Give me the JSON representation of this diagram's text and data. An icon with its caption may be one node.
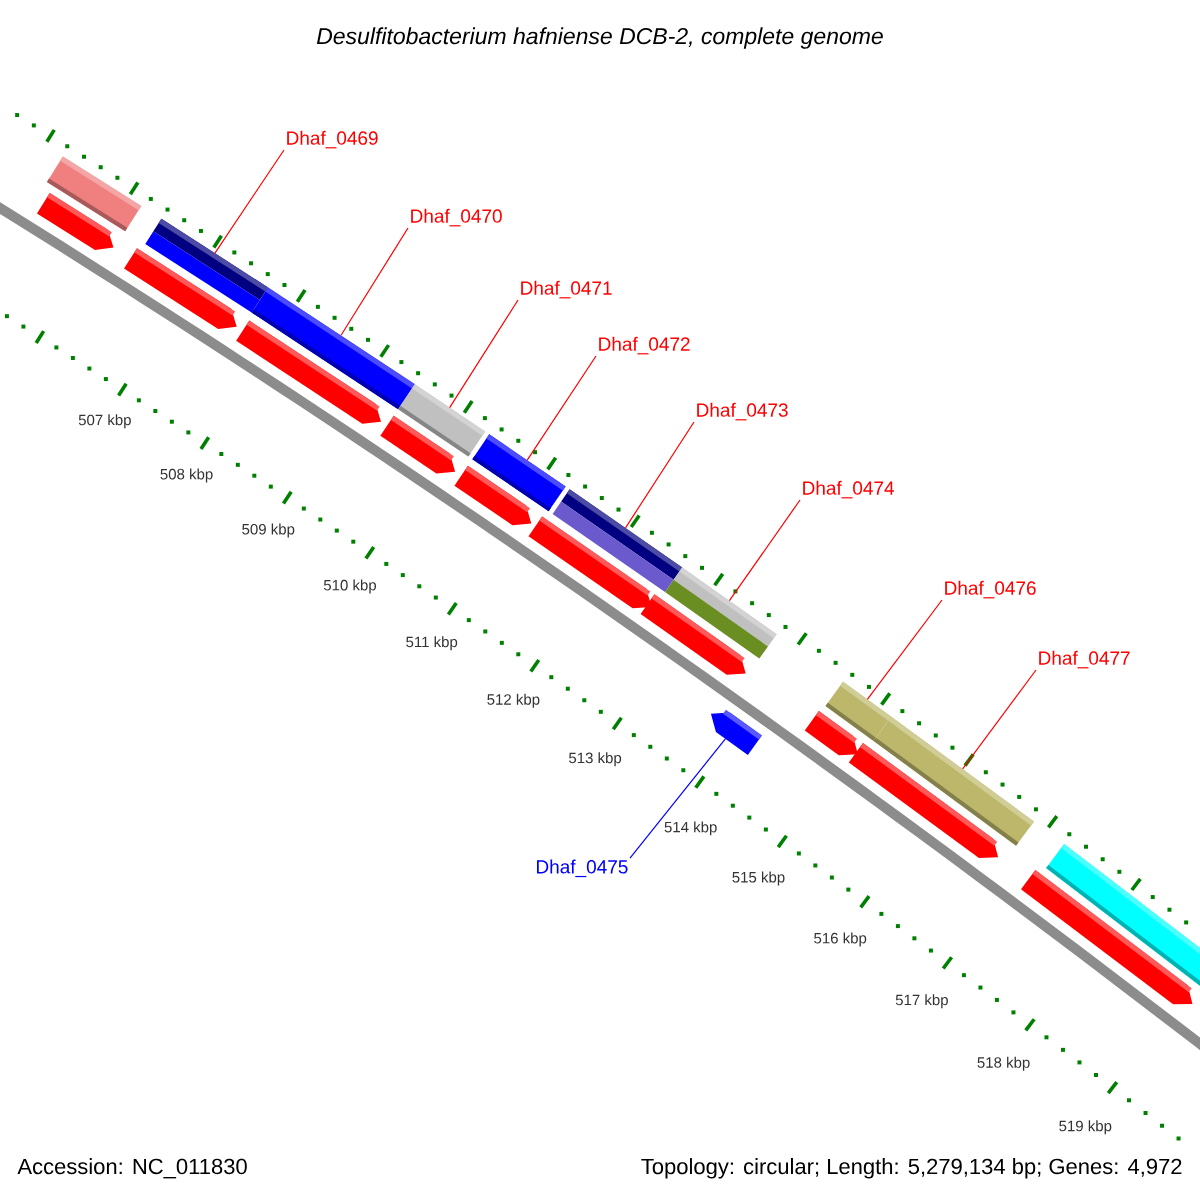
{
  "diagram": {
    "title": "Desulfitobacterium hafniense DCB-2, complete genome",
    "nodes": [
      {
        "text": [
          "Dhaf_0469"
        ]
      },
      {
        "text": [
          "Dhaf_0470"
        ]
      },
      {
        "text": [
          "Dhaf_0471"
        ]
      },
      {
        "text": [
          "Dhaf_0472"
        ]
      },
      {
        "text": [
          "Dhaf_0473"
        ]
      },
      {
        "text": [
          "Dhaf_0474"
        ]
      },
      {
        "text": [
          "Dhaf_0476"
        ]
      },
      {
        "text": [
          "Dhaf_0477"
        ]
      },
      {
        "text": [
          "Dhaf_0475"
        ]
      },
      {
        "text": [],
        "shape": "bar"
      },
      {
        "text": [],
        "shape": "bar"
      },
      {
        "text": [],
        "shape": "bar"
      },
      {
        "text": [],
        "shape": "bar"
      },
      {
        "text": [],
        "shape": "bar"
      },
      {
        "text": [],
        "shape": "bar"
      },
      {
        "text": [],
        "shape": "arrow"
      },
      {
        "text": [],
        "shape": "bar"
      },
      {
        "text": [],
        "shape": "bar"
      }
    ],
    "edges": [
      {
        "from": 0,
        "to": 9,
        "arrow": "none"
      },
      {
        "from": 1,
        "to": 10,
        "arrow": "none"
      },
      {
        "from": 2,
        "to": 11,
        "arrow": "none"
      },
      {
        "from": 3,
        "to": 12,
        "arrow": "none"
      },
      {
        "from": 4,
        "to": 13,
        "arrow": "none"
      },
      {
        "from": 5,
        "to": 14,
        "arrow": "none"
      },
      {
        "from": 6,
        "to": 16,
        "arrow": "none"
      },
      {
        "from": 7,
        "to": 17,
        "arrow": "none"
      },
      {
        "from": 8,
        "to": 15,
        "arrow": "none",
        "color": "#0000ff"
      }
    ],
    "labels": [
      "507 kbp",
      "508 kbp",
      "509 kbp",
      "510 kbp",
      "511 kbp",
      "512 kbp",
      "513 kbp",
      "514 kbp",
      "515 kbp",
      "516 kbp",
      "517 kbp",
      "518 kbp",
      "519 kbp",
      "Accession: NC_011830",
      "Topology: circular; Length: 5,279,134 bp; Genes: 4,972"
    ]
  }
}
